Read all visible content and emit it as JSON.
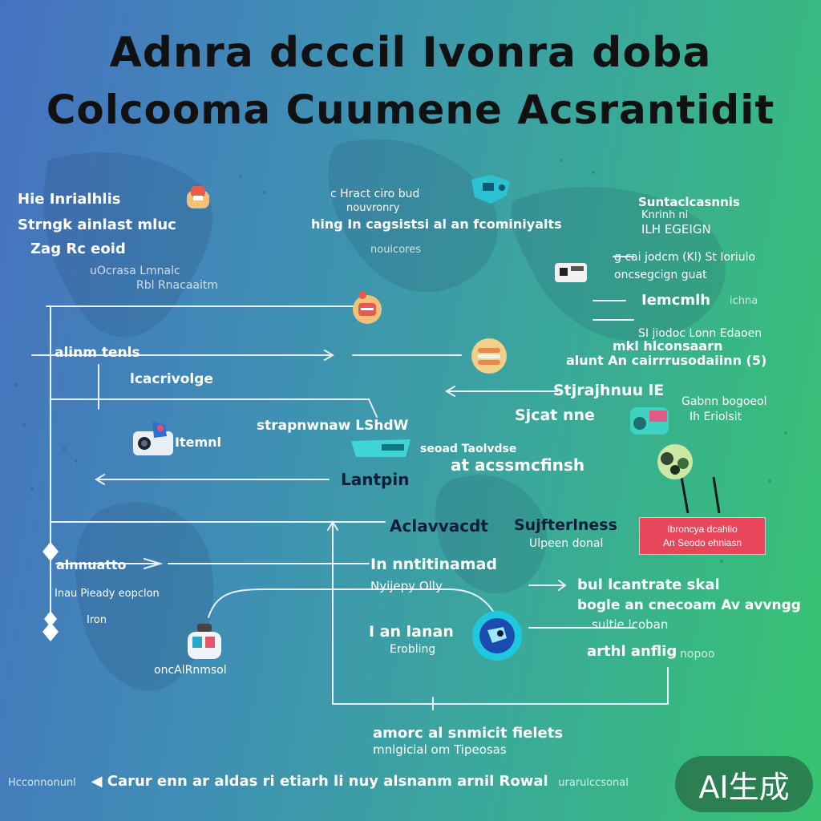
{
  "header": {
    "title_line1": "Adnra dcccil Ivonra doba",
    "title_line2": "Colcooma Cuumene Acsrantidit"
  },
  "top_left": {
    "line1": "Hie Inrialhlis",
    "line2": "Strngk ainlast mluc",
    "line3": "Zag Rc eoid",
    "sub1": "uOcrasa Lmnalc",
    "sub2": "Rbl Rnacaaitm"
  },
  "top_center": {
    "line1": "c Hract ciro bud",
    "line2": "nouvronry",
    "line3": "hing In cagsistsi al an fcominiyalts",
    "line4": "nouicores"
  },
  "top_right": {
    "line1": "Suntaclcasnnis",
    "line2": "Knrinh ni",
    "line3": "ILH EGEIGN",
    "line4": "g cai jodcm (Kl) St Ioriulo",
    "line5": "oncsegcign guat",
    "line6": "Iemcmlh",
    "line6b": "ichna",
    "line7": "SI jiodoc Lonn Edaoen",
    "line8": "mkl hlconsaarn",
    "line9": "alunt An cairrrusodaiinn (5)"
  },
  "left_column": {
    "alinm_tens": "alinm tenls",
    "lcacrivolge": "lcacrivolge",
    "ternl": "Itemnl",
    "alnnuatto": "alnnuatto",
    "sub_pieadny": "Inau Pieady eopclon",
    "tron": "Iron",
    "arnstmol": "oncAlRnmsol"
  },
  "center": {
    "strapnwnaw": "strapnwnaw LShdW",
    "seoad": "seoad Taolvdse",
    "acssmcfinsh": "at acssmcfinsh",
    "lantpin": "Lantpin",
    "aclavvacdt": "Aclavvacdt",
    "nntitinand": "In nntitinamad",
    "nyijepy": "Nyijepy Olly",
    "an_lanan": "I an lanan",
    "erobling": "Erobling",
    "bottom_line1": "amorc al  snmicit fielets",
    "bottom_line2": "mnlgicial  om  Tipeosas"
  },
  "right_column": {
    "stjrajhnuu": "Stjrajhnuu lE",
    "sjcat_nne": "Sjcat nne",
    "gabnn": "Gabnn bogoeol",
    "gabnn2": "Ih Eriolsit",
    "sujfterlness": "Sujfterlness",
    "ulpeen": "Ulpeen donal",
    "red_line1": "Ibroncya dcahlio",
    "red_line2": "An Seodo ehniasn",
    "bul_line1": "bul lcantrate skal",
    "bul_line2": "bogle an cnecoam  Av avvngg",
    "sultie": "sultie lcoban",
    "arthl": "arthl anflig",
    "arthl_sub": "nopoo"
  },
  "footer": {
    "left_small": "Hcconnonunl",
    "text": "Carur enn ar aldas  ri etiarh  li nuy  alsnanm  arnil  Rowal",
    "right_small": "urarulccsonal",
    "badge": "AI生成"
  },
  "colors": {
    "gradient_left": "#4671c0",
    "gradient_right": "#37c46f",
    "title": "#111111",
    "red_box": "#e8465a",
    "badge": "#2c6e46"
  },
  "icons": {
    "gift_top": "gift-icon",
    "puzzle_top": "puzzle-icon",
    "cake_right": "cake-icon",
    "gift_mid": "gift-icon",
    "burger": "burger-icon",
    "camera": "camera-icon",
    "device": "cyan-device-icon",
    "machine": "machine-icon",
    "tree": "tree-icon",
    "circle_globe": "globe-circle-icon",
    "desk": "desk-icon"
  }
}
